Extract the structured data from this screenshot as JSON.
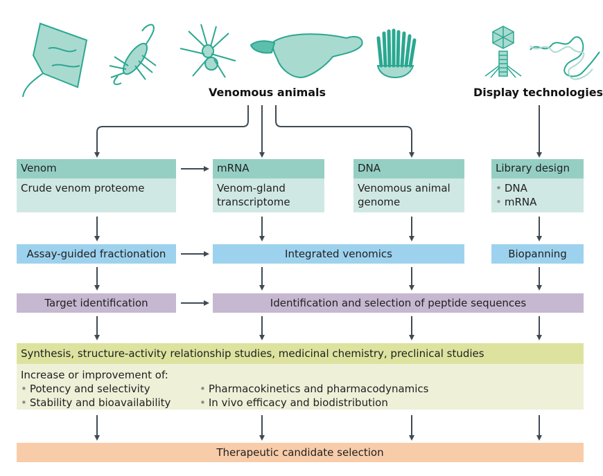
{
  "sources": {
    "venomous_animals": {
      "label": "Venomous animals",
      "icons": [
        "stingray-icon",
        "scorpion-icon",
        "spider-icon",
        "platypus-icon",
        "sea-anemone-icon"
      ]
    },
    "display_technologies": {
      "label": "Display technologies",
      "icons": [
        "bacteriophage-icon",
        "dna-helix-icon"
      ]
    }
  },
  "row1": {
    "venom": {
      "title": "Venom",
      "body": "Crude venom proteome"
    },
    "mrna": {
      "title": "mRNA",
      "body_line1": "Venom-gland",
      "body_line2": "transcriptome"
    },
    "dna": {
      "title": "DNA",
      "body_line1": "Venomous animal",
      "body_line2": "genome"
    },
    "library": {
      "title": "Library design",
      "items": [
        "DNA",
        "mRNA"
      ]
    }
  },
  "row2": {
    "fractionation": "Assay-guided fractionation",
    "venomics": "Integrated venomics",
    "biopanning": "Biopanning"
  },
  "row3": {
    "target": "Target identification",
    "peptides": "Identification and selection of peptide sequences"
  },
  "row4": {
    "title": "Synthesis, structure-activity relationship studies, medicinal chemistry, preclinical studies",
    "intro": "Increase or improvement of:",
    "items": [
      "Potency and selectivity",
      "Stability and bioavailability",
      "Pharmacokinetics and pharmacodynamics",
      "In vivo efficacy and biodistribution"
    ]
  },
  "row5": {
    "final": "Therapeutic candidate selection"
  },
  "colors": {
    "icon_teal": "#2aa791",
    "icon_fill": "#a9dad0",
    "arrow": "#3e4a52",
    "teal_header": "#95cfc4",
    "teal_body": "#cfe8e3",
    "blue": "#9dd2ee",
    "purple": "#c6b8d0",
    "green_header": "#dde39f",
    "green_body": "#eef0d8",
    "orange": "#f8cca9"
  }
}
